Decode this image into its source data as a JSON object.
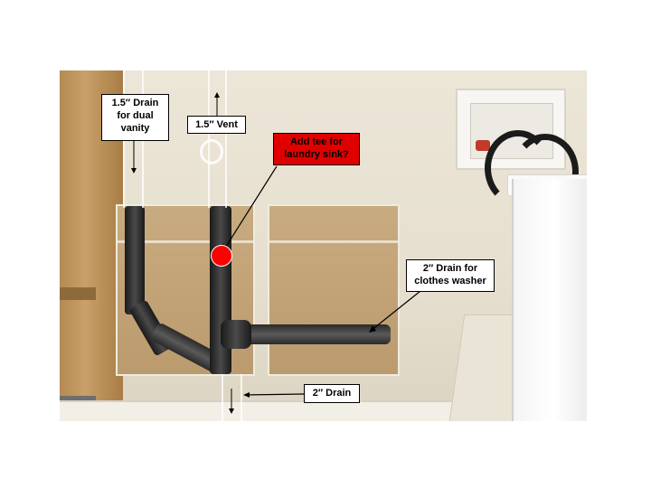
{
  "labels": {
    "drain_dual_vanity": "1.5″ Drain\nfor dual\nvanity",
    "vent": "1.5″ Vent",
    "add_tee": "Add tee for\nlaundry sink?",
    "drain_washer": "2″ Drain for\nclothes washer",
    "drain_main": "2″ Drain"
  },
  "colors": {
    "label_highlight": "#e00000",
    "marker": "#ff0000",
    "pipe": "#222222"
  }
}
